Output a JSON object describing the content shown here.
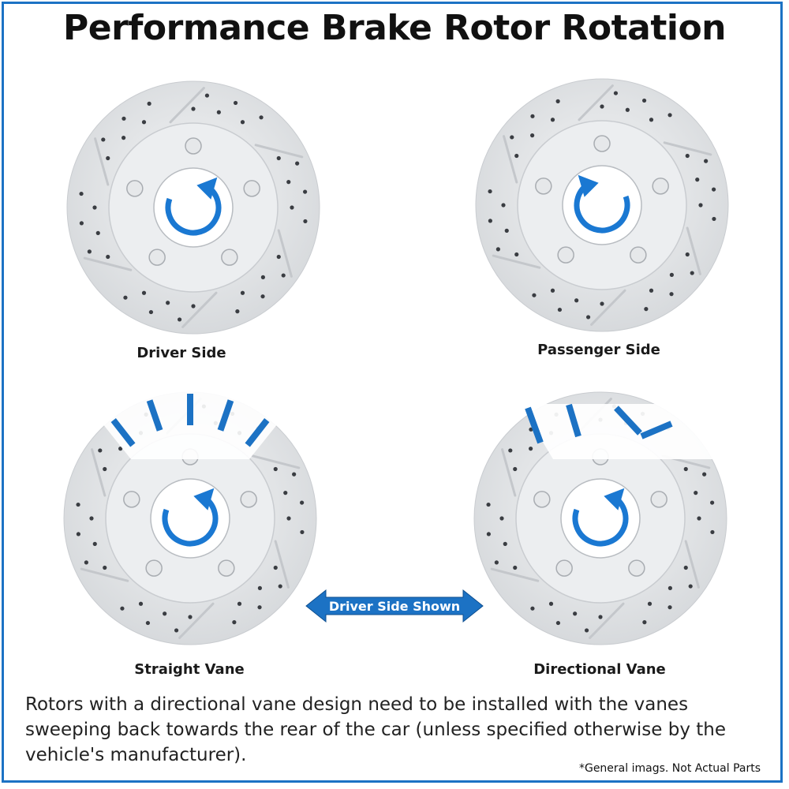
{
  "title": "Performance Brake Rotor Rotation",
  "rotors": [
    {
      "caption": "Driver Side",
      "rotation": "clockwise",
      "vanes": "none"
    },
    {
      "caption": "Passenger Side",
      "rotation": "counter-clockwise",
      "vanes": "none"
    },
    {
      "caption": "Straight Vane",
      "rotation": "clockwise",
      "vanes": "straight"
    },
    {
      "caption": "Directional Vane",
      "rotation": "clockwise",
      "vanes": "directional"
    }
  ],
  "badge": {
    "label": "Driver Side Shown",
    "icon": "double-arrow-icon"
  },
  "description": "Rotors with a directional vane design need to be installed with the vanes sweeping back towards the rear of the car (unless specified otherwise by the vehicle's manufacturer).",
  "footnote": "*General imags. Not Actual Parts",
  "colors": {
    "accent": "#1c72c4",
    "arrow": "#1a78d2",
    "rotor": "#e3e5e7",
    "hub": "#eceef0",
    "border": "#1c72c4"
  }
}
